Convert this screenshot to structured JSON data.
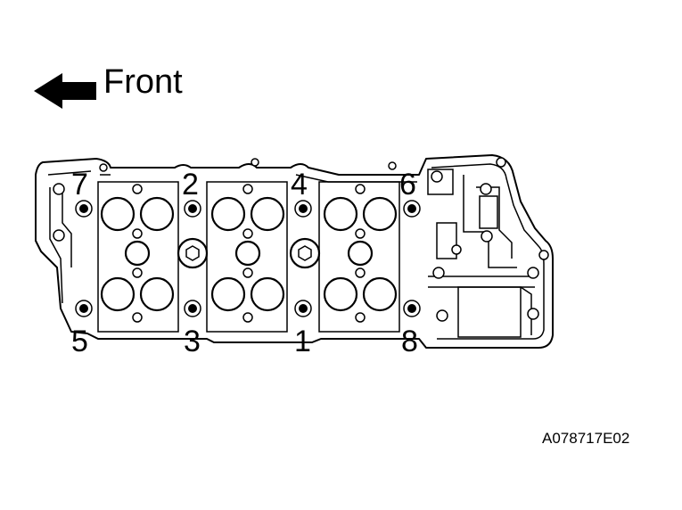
{
  "front_label": "Front",
  "figure_code": "A078717E02",
  "bolt_labels": [
    "1",
    "2",
    "3",
    "4",
    "5",
    "6",
    "7",
    "8"
  ],
  "colors": {
    "line": "#000000",
    "background": "#ffffff"
  }
}
